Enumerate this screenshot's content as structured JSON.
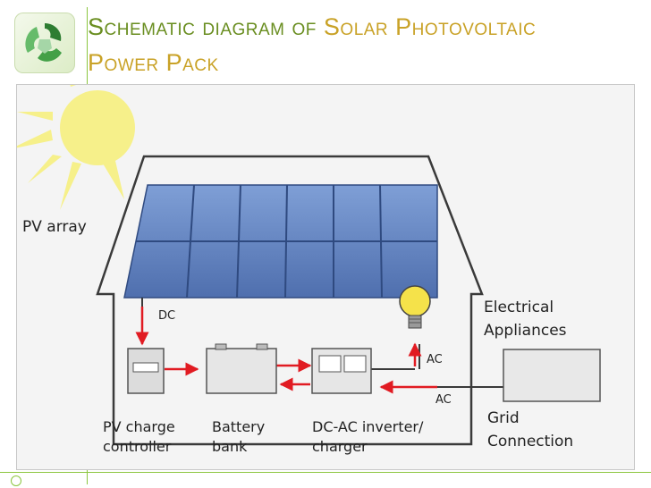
{
  "slide": {
    "title_parts": [
      {
        "text": "Schematic diagram of",
        "highlight": false
      },
      {
        "text": "Solar",
        "highlight": true
      },
      {
        "text": "Photovoltaic",
        "highlight": true
      },
      {
        "text": "Power Pack",
        "highlight": true
      }
    ]
  },
  "diagram": {
    "labels": {
      "pv_array": "PV array",
      "dc": "DC",
      "ac_up": "AC",
      "ac_grid": "AC",
      "electrical_line1": "Electrical",
      "electrical_line2": "Appliances",
      "grid_line1": "Grid",
      "grid_line2": "Connection",
      "controller_line1": "PV charge",
      "controller_line2": "controller",
      "battery_line1": "Battery",
      "battery_line2": "bank",
      "inverter_line1": "DC-AC inverter/",
      "inverter_line2": "charger"
    },
    "colors": {
      "arrow": "#e11b22",
      "line": "#3a3a3a",
      "panel": "#6b8cc9",
      "sun": "#f6f08a",
      "bulb": "#f5e24a",
      "title_green": "#6a8e21",
      "title_gold": "#c9a227"
    }
  }
}
